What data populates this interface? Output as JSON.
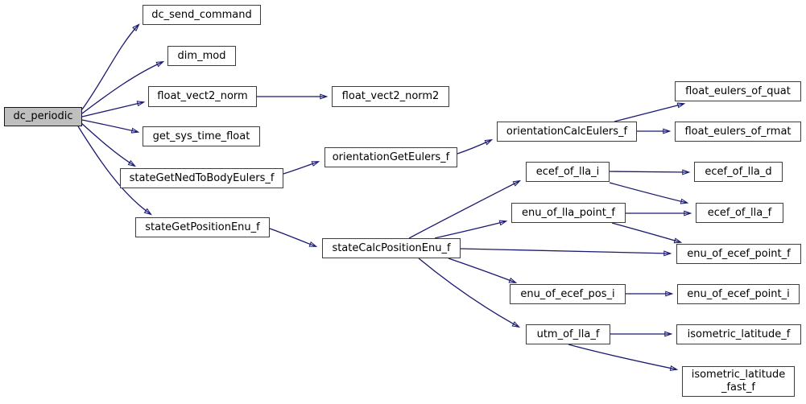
{
  "diagram": {
    "type": "call-graph",
    "root": "dc_periodic",
    "background_color": "#ffffff",
    "edge_color": "#191970",
    "node_border_color": "#3d3d3d",
    "node_fill_color": "#ffffff",
    "highlight_fill_color": "#bfbfbf",
    "text_color": "#000000"
  },
  "nodes": {
    "dc_periodic": {
      "label": "dc_periodic",
      "highlighted": true
    },
    "dc_send_command": {
      "label": "dc_send_command"
    },
    "dim_mod": {
      "label": "dim_mod"
    },
    "float_vect2_norm": {
      "label": "float_vect2_norm"
    },
    "float_vect2_norm2": {
      "label": "float_vect2_norm2"
    },
    "get_sys_time_float": {
      "label": "get_sys_time_float"
    },
    "stateGetNedToBodyEulers_f": {
      "label": "stateGetNedToBodyEulers_f"
    },
    "orientationGetEulers_f": {
      "label": "orientationGetEulers_f"
    },
    "orientationCalcEulers_f": {
      "label": "orientationCalcEulers_f"
    },
    "float_eulers_of_quat": {
      "label": "float_eulers_of_quat"
    },
    "float_eulers_of_rmat": {
      "label": "float_eulers_of_rmat"
    },
    "stateGetPositionEnu_f": {
      "label": "stateGetPositionEnu_f"
    },
    "stateCalcPositionEnu_f": {
      "label": "stateCalcPositionEnu_f"
    },
    "ecef_of_lla_i": {
      "label": "ecef_of_lla_i"
    },
    "ecef_of_lla_d": {
      "label": "ecef_of_lla_d"
    },
    "enu_of_lla_point_f": {
      "label": "enu_of_lla_point_f"
    },
    "ecef_of_lla_f": {
      "label": "ecef_of_lla_f"
    },
    "enu_of_ecef_point_f": {
      "label": "enu_of_ecef_point_f"
    },
    "enu_of_ecef_pos_i": {
      "label": "enu_of_ecef_pos_i"
    },
    "enu_of_ecef_point_i": {
      "label": "enu_of_ecef_point_i"
    },
    "utm_of_lla_f": {
      "label": "utm_of_lla_f"
    },
    "isometric_latitude_f": {
      "label": "isometric_latitude_f"
    },
    "isometric_latitude_fast_f": {
      "label": "isometric_latitude\n_fast_f"
    }
  },
  "edges": [
    {
      "from": "dc_periodic",
      "to": "dc_send_command"
    },
    {
      "from": "dc_periodic",
      "to": "dim_mod"
    },
    {
      "from": "dc_periodic",
      "to": "float_vect2_norm"
    },
    {
      "from": "dc_periodic",
      "to": "get_sys_time_float"
    },
    {
      "from": "dc_periodic",
      "to": "stateGetNedToBodyEulers_f"
    },
    {
      "from": "dc_periodic",
      "to": "stateGetPositionEnu_f"
    },
    {
      "from": "float_vect2_norm",
      "to": "float_vect2_norm2"
    },
    {
      "from": "stateGetNedToBodyEulers_f",
      "to": "orientationGetEulers_f"
    },
    {
      "from": "orientationGetEulers_f",
      "to": "orientationCalcEulers_f"
    },
    {
      "from": "orientationCalcEulers_f",
      "to": "float_eulers_of_quat"
    },
    {
      "from": "orientationCalcEulers_f",
      "to": "float_eulers_of_rmat"
    },
    {
      "from": "stateGetPositionEnu_f",
      "to": "stateCalcPositionEnu_f"
    },
    {
      "from": "stateCalcPositionEnu_f",
      "to": "ecef_of_lla_i"
    },
    {
      "from": "stateCalcPositionEnu_f",
      "to": "enu_of_lla_point_f"
    },
    {
      "from": "stateCalcPositionEnu_f",
      "to": "enu_of_ecef_point_f"
    },
    {
      "from": "stateCalcPositionEnu_f",
      "to": "enu_of_ecef_pos_i"
    },
    {
      "from": "stateCalcPositionEnu_f",
      "to": "utm_of_lla_f"
    },
    {
      "from": "ecef_of_lla_i",
      "to": "ecef_of_lla_d"
    },
    {
      "from": "ecef_of_lla_i",
      "to": "ecef_of_lla_f"
    },
    {
      "from": "enu_of_lla_point_f",
      "to": "ecef_of_lla_f"
    },
    {
      "from": "enu_of_lla_point_f",
      "to": "enu_of_ecef_point_f"
    },
    {
      "from": "enu_of_ecef_pos_i",
      "to": "enu_of_ecef_point_i"
    },
    {
      "from": "utm_of_lla_f",
      "to": "isometric_latitude_f"
    },
    {
      "from": "utm_of_lla_f",
      "to": "isometric_latitude_fast_f"
    }
  ]
}
